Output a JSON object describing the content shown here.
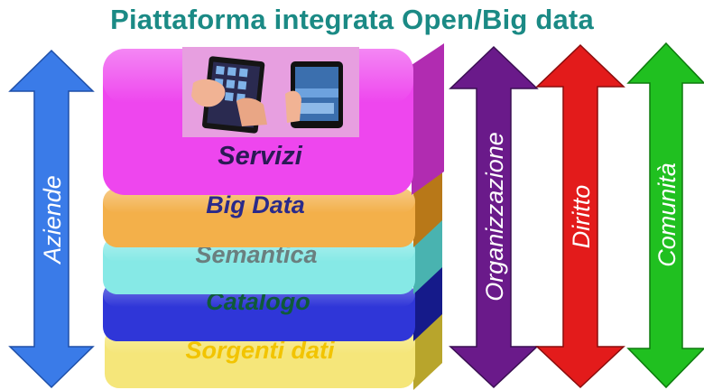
{
  "title": "Piattaforma integrata Open/Big data",
  "layers": [
    {
      "label": "Sorgenti dati",
      "color": "#f5e67a",
      "text_color": "#f2c400"
    },
    {
      "label": "Catalogo",
      "color": "#2f36d8",
      "text_color": "#0f5a3a"
    },
    {
      "label": "Semantica",
      "color": "#86e9e6",
      "text_color": "#6a7f7f"
    },
    {
      "label": "Big Data",
      "color": "#f3b04a",
      "text_color": "#2a2a8a"
    },
    {
      "label": "Servizi",
      "color": "#ee46ee",
      "text_color": "#2a1a55"
    }
  ],
  "arrows": [
    {
      "label": "Aziende",
      "color": "#3a7be8"
    },
    {
      "label": "Organizzazione",
      "color": "#6a1a8a"
    },
    {
      "label": "Diritto",
      "color": "#e31b1b"
    },
    {
      "label": "Comunità",
      "color": "#20c020"
    }
  ],
  "tablet_image": "hands-with-tablets"
}
